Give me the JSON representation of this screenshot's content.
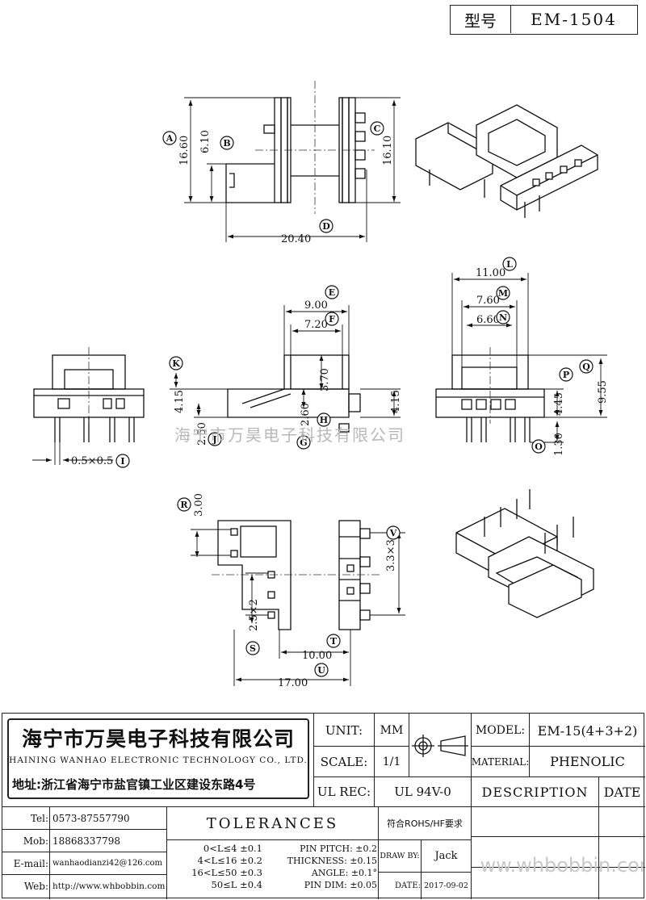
{
  "header": {
    "label": "型号",
    "model": "EM-1504"
  },
  "dims": {
    "A": "16.60",
    "B": "6.10",
    "C": "16.10",
    "D": "20.40",
    "E": "9.00",
    "F": "7.20",
    "G": "2.60",
    "H": "3.70",
    "I": "0.5×0.5",
    "J": "2.50",
    "K": "4.15",
    "K2": "4.15",
    "L": "11.00",
    "M": "7.60",
    "N": "6.60",
    "O": "1.30",
    "P": "4.45",
    "Q": "9.55",
    "R": "3.00",
    "S": "2.5×2",
    "T": "10.00",
    "U": "17.00",
    "V": "3.3×3"
  },
  "letters": [
    "A",
    "B",
    "C",
    "D",
    "E",
    "F",
    "G",
    "H",
    "I",
    "J",
    "K",
    "L",
    "M",
    "N",
    "O",
    "P",
    "Q",
    "R",
    "S",
    "T",
    "U",
    "V"
  ],
  "watermark": "海宁市万昊电子科技有限公司",
  "company": {
    "name_cn": "海宁市万昊电子科技有限公司",
    "name_en": "HAINING WANHAO ELECTRONIC TECHNOLOGY CO., LTD.",
    "address": "地址:浙江省海宁市盐官镇工业区建设东路4号"
  },
  "contact": {
    "tel_label": "Tel:",
    "tel": "0573-87557790",
    "mob_label": "Mob:",
    "mob": "18868337798",
    "email_label": "E-mail:",
    "email": "wanhaodianzi42@126.com",
    "web_label": "Web:",
    "web": "http://www.whbobbin.com"
  },
  "spec": {
    "unit_label": "UNIT:",
    "unit": "MM",
    "scale_label": "SCALE:",
    "scale": "1/1",
    "ulrec_label": "UL REC:",
    "ulrec": "UL 94V-0",
    "model_label": "MODEL:",
    "model": "EM-15(4+3+2)",
    "material_label": "MATERIAL:",
    "material": "PHENOLIC",
    "description": "DESCRIPTION",
    "date_label": "DATE",
    "rohs": "符合ROHS/HF要求",
    "drawby_label": "DRAW BY:",
    "drawby": "Jack",
    "date_label2": "DATE:",
    "date": "2017-09-02"
  },
  "tolerances": {
    "title": "TOLERANCES",
    "rows": [
      "0<L≤4  ±0.1",
      "4<L≤16  ±0.2",
      "16<L≤50  ±0.3",
      "50≤L  ±0.4"
    ],
    "rows2": [
      "PIN PITCH: ±0.2",
      "THICKNESS: ±0.15",
      "ANGLE: ±0.1°",
      "PIN DIM: ±0.05"
    ]
  },
  "footer_watermark": "www.whbobbin.com"
}
